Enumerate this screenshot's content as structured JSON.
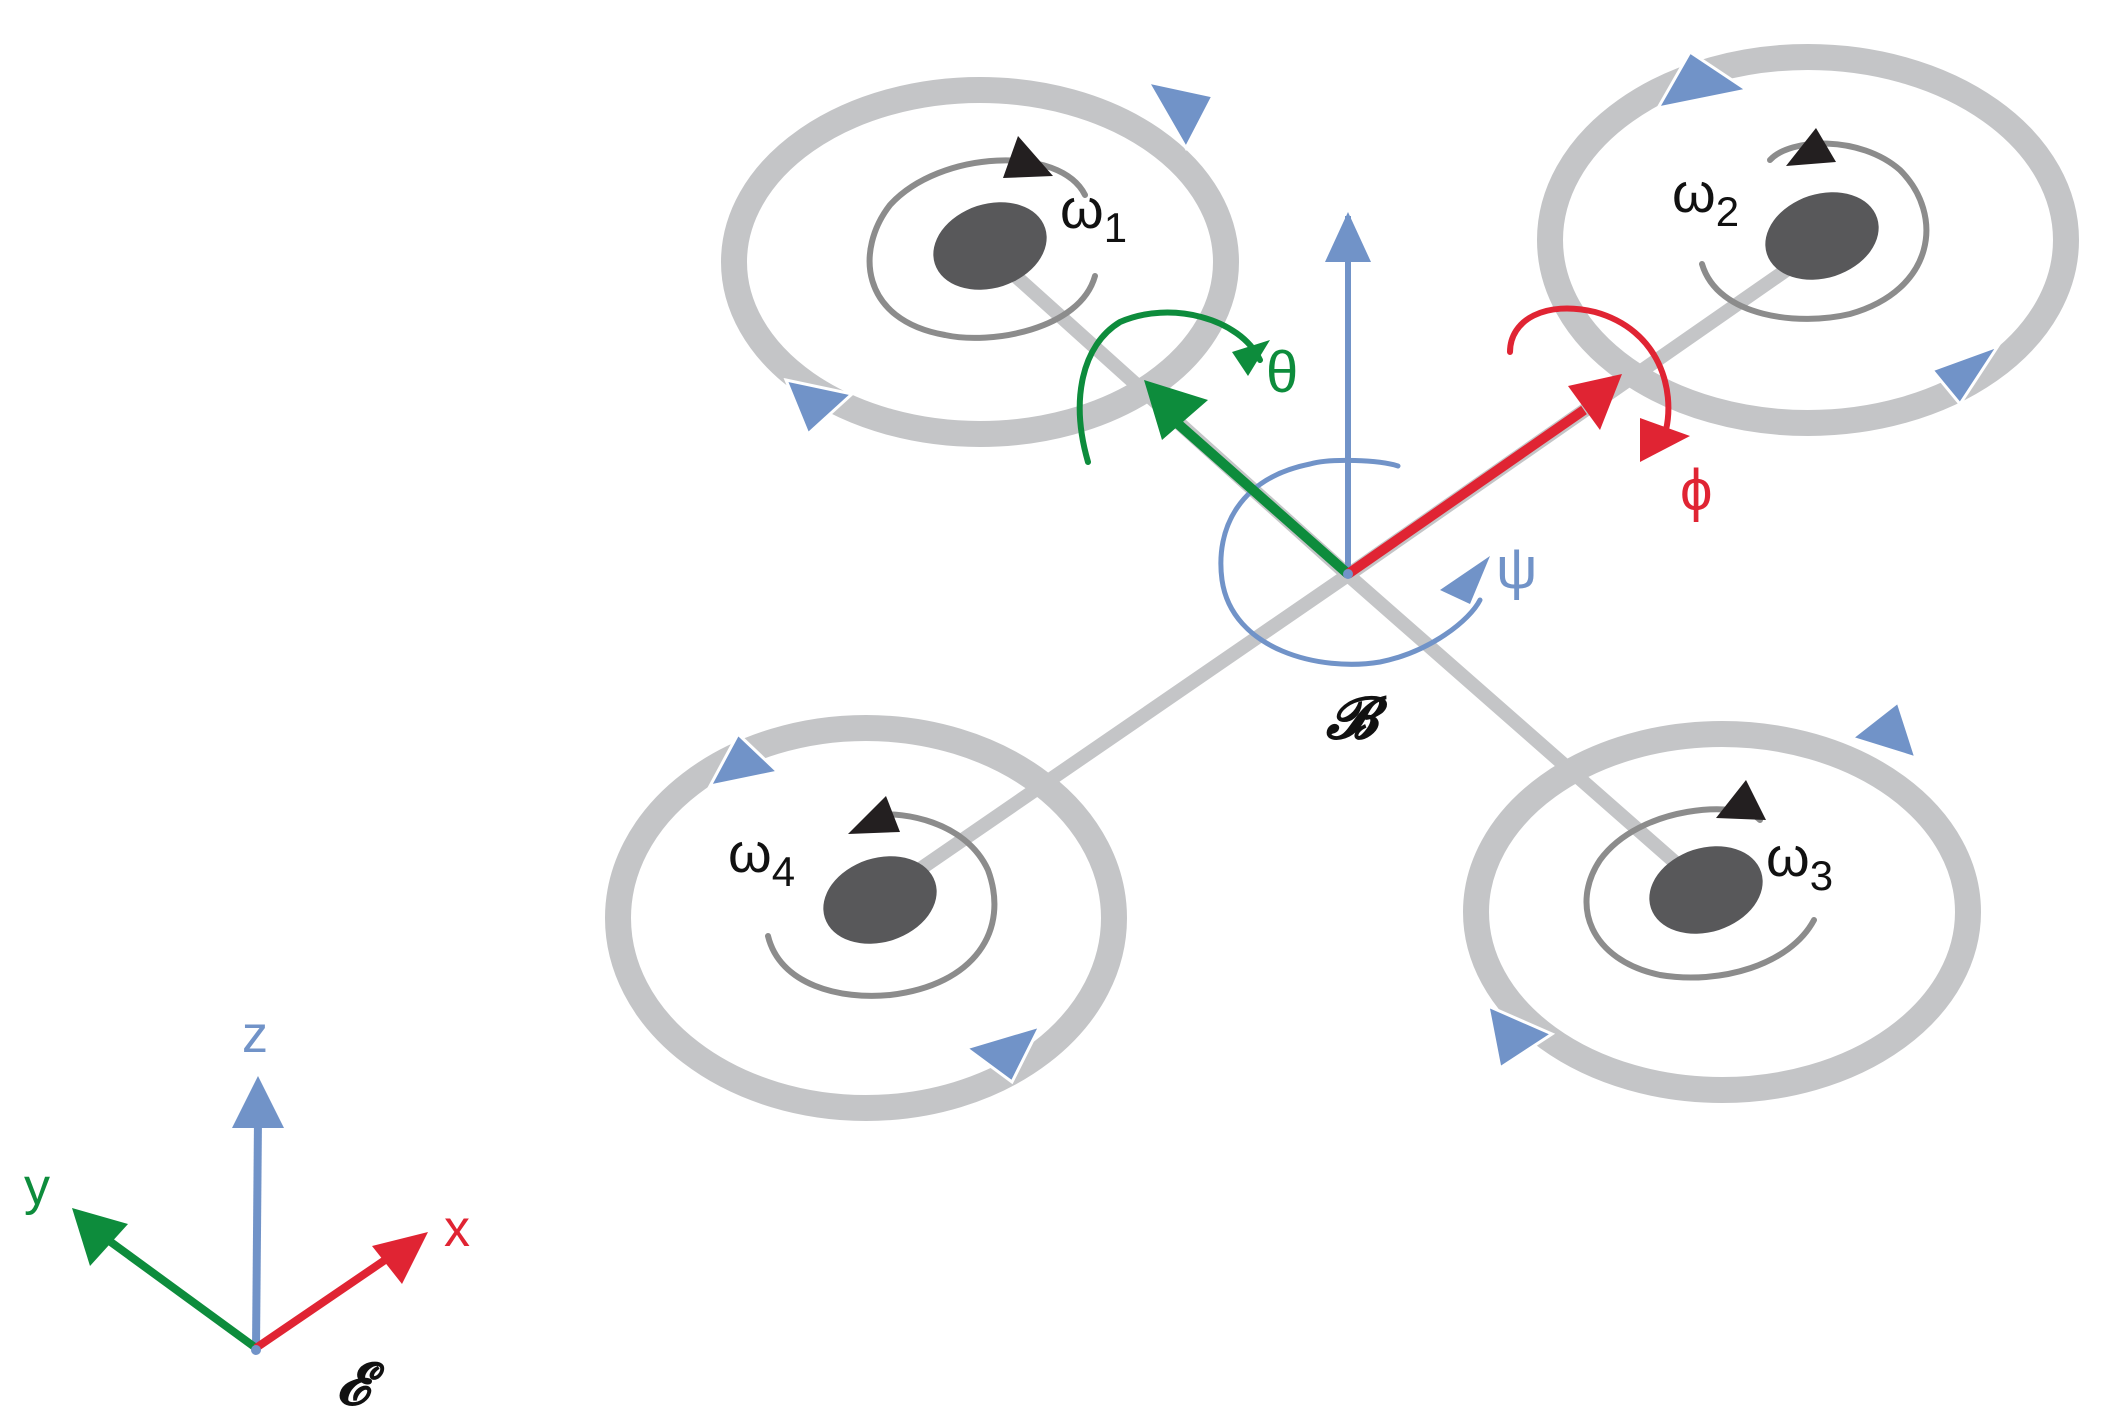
{
  "colors": {
    "frame": "#c4c5c7",
    "disc": "#58585a",
    "rotor_circle": "#8c8c8c",
    "spin_arrow": "#231f20",
    "blue": "#7193c8",
    "green": "#0d8c3c",
    "red": "#e02433",
    "black": "#111111"
  },
  "body_frame": {
    "label": "𝓑",
    "pitch_label": "θ",
    "roll_label": "ϕ",
    "yaw_label": "ψ"
  },
  "rotors": [
    {
      "id": "1",
      "label": "ω",
      "subscript": "1"
    },
    {
      "id": "2",
      "label": "ω",
      "subscript": "2"
    },
    {
      "id": "3",
      "label": "ω",
      "subscript": "3"
    },
    {
      "id": "4",
      "label": "ω",
      "subscript": "4"
    }
  ],
  "earth_frame": {
    "label": "𝓔",
    "x_label": "x",
    "y_label": "y",
    "z_label": "z"
  }
}
